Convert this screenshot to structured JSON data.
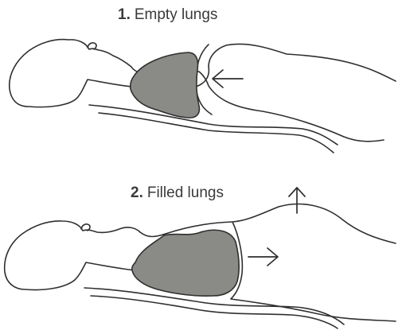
{
  "panel_1": {
    "number": "1.",
    "label": "Empty lungs"
  },
  "panel_2": {
    "number": "2.",
    "label": "Filled lungs"
  },
  "colors": {
    "lung_fill": "#8a8a86",
    "line": "#2f2f2f",
    "text": "#3a3a3a"
  }
}
